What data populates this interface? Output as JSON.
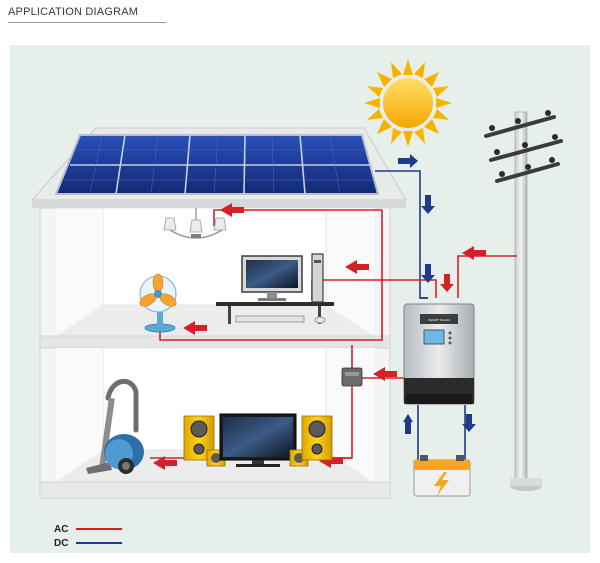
{
  "header": {
    "title": "APPLICATION DIAGRAM"
  },
  "legend": {
    "items": [
      {
        "label": "AC",
        "color": "#d62027"
      },
      {
        "label": "DC",
        "color": "#1f3a8a"
      }
    ]
  },
  "colors": {
    "ac_line": "#d62027",
    "dc_line": "#1f3a8a",
    "background": "#e8f0ec",
    "house_wall": "#f4f5f5",
    "roof": "#e9eaea"
  },
  "icons": [
    "sun-icon",
    "solar-panel-icon",
    "utility-pole-icon",
    "inverter-icon",
    "battery-icon",
    "chandelier-icon",
    "desktop-computer-icon",
    "fan-icon",
    "vacuum-cleaner-icon",
    "television-icon",
    "speaker-icon",
    "junction-box-icon"
  ]
}
